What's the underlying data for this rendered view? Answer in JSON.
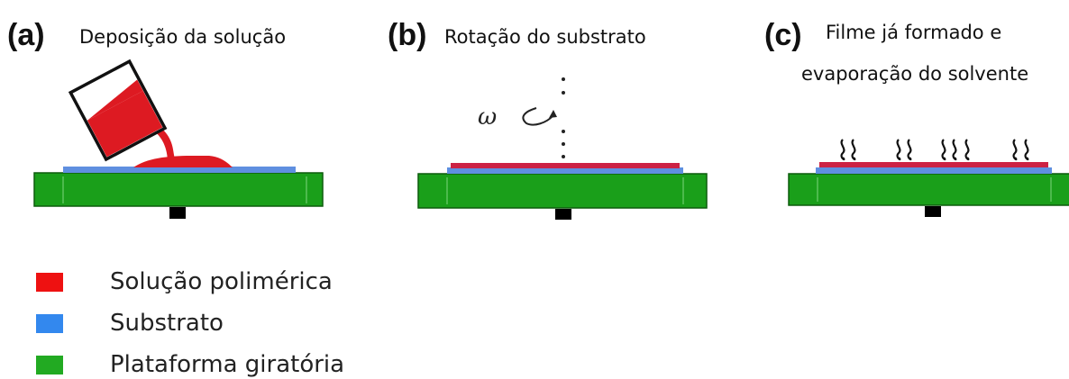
{
  "panels": [
    {
      "letter": "(a)",
      "caption": "Deposição da solução"
    },
    {
      "letter": "(b)",
      "caption": "Rotação do substrato",
      "symbol": "ω"
    },
    {
      "letter": "(c)",
      "caption_line1": "Filme já formado e",
      "caption_line2": "evaporação do solvente"
    }
  ],
  "legend": [
    {
      "label": "Solução polimérica",
      "color": "#ee1111"
    },
    {
      "label": "Substrato",
      "color": "#3388ee"
    },
    {
      "label": "Plataforma giratória",
      "color": "#22aa22"
    }
  ],
  "colors": {
    "solution": "#dd1a22",
    "substrate": "#5f8fe0",
    "platform": "#1a9f1a",
    "axle": "#000000",
    "film": "#cc2244"
  }
}
